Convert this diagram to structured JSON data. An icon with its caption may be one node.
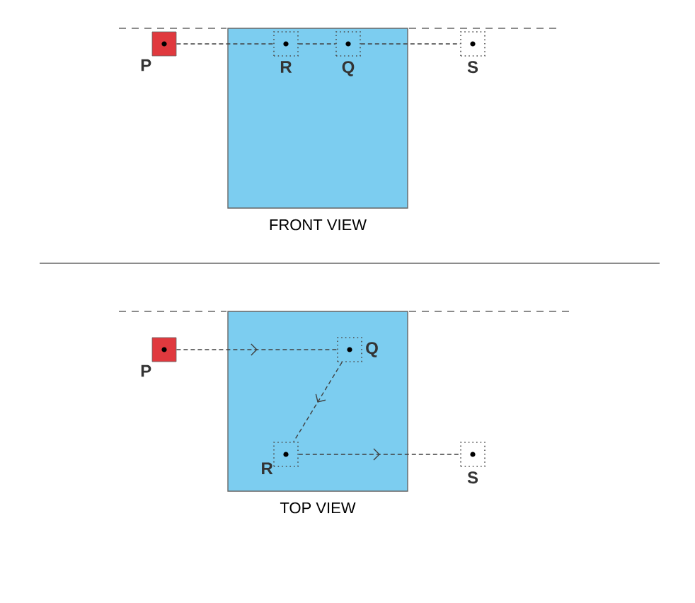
{
  "diagram": {
    "nodes": [
      {
        "text": [
          "FRONT VIEW"
        ]
      },
      {
        "text": [],
        "shape": "box",
        "beside": [
          "P"
        ]
      },
      {
        "text": [],
        "shape": "box",
        "beside": [
          "R"
        ],
        "in": 0
      },
      {
        "text": [],
        "shape": "box",
        "beside": [
          "Q"
        ],
        "in": 0
      },
      {
        "text": [],
        "shape": "box",
        "beside": [
          "S"
        ]
      },
      {
        "text": [
          "TOP VIEW"
        ]
      },
      {
        "text": [],
        "shape": "box",
        "beside": [
          "P"
        ]
      },
      {
        "text": [],
        "shape": "box",
        "beside": [
          "Q"
        ],
        "in": 5
      },
      {
        "text": [],
        "shape": "box",
        "beside": [
          "R"
        ],
        "in": 5
      },
      {
        "text": [],
        "shape": "box",
        "beside": [
          "S"
        ]
      }
    ],
    "edges": [
      {
        "from": 1,
        "to": 2,
        "arrow": "none",
        "style": "dashed"
      },
      {
        "from": 2,
        "to": 3,
        "arrow": "none",
        "style": "dashed"
      },
      {
        "from": 3,
        "to": 4,
        "arrow": "none",
        "style": "dashed"
      },
      {
        "from": 6,
        "to": 7,
        "arrow": "to",
        "style": "dashed"
      },
      {
        "from": 7,
        "to": 8,
        "arrow": "to",
        "style": "dashed"
      },
      {
        "from": 8,
        "to": 9,
        "arrow": "to",
        "style": "dashed"
      }
    ]
  }
}
